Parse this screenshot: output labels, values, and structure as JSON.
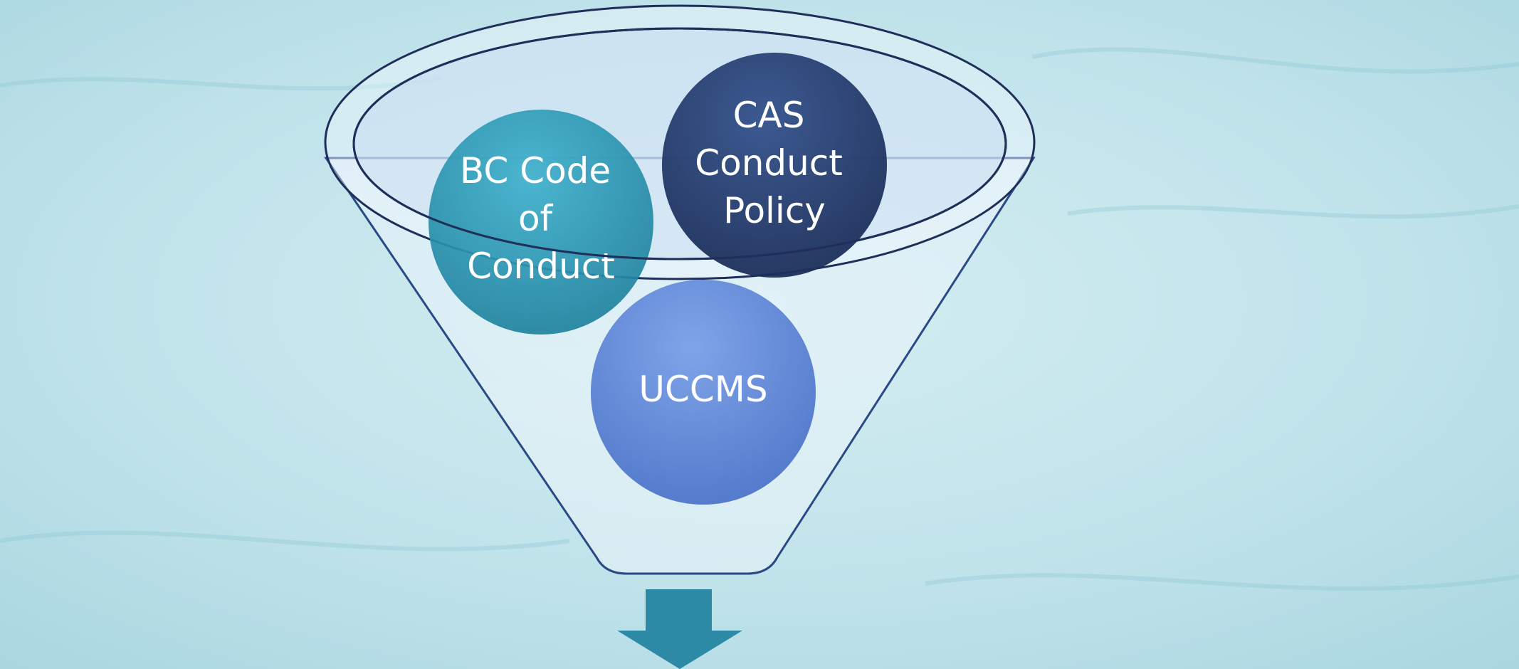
{
  "diagram": {
    "type": "funnel",
    "inputs": [
      {
        "id": "bc",
        "lines": [
          "BC Code",
          "of",
          "Conduct"
        ],
        "color": "#2a95b3"
      },
      {
        "id": "cas",
        "lines": [
          "CAS",
          "Conduct",
          "Policy"
        ],
        "color": "#243c6e"
      },
      {
        "id": "uccms",
        "lines": [
          "UCCMS"
        ],
        "color": "#5e86d8"
      }
    ],
    "arrow_color": "#2c8aa6",
    "funnel_stroke": "#1f2f5a"
  }
}
